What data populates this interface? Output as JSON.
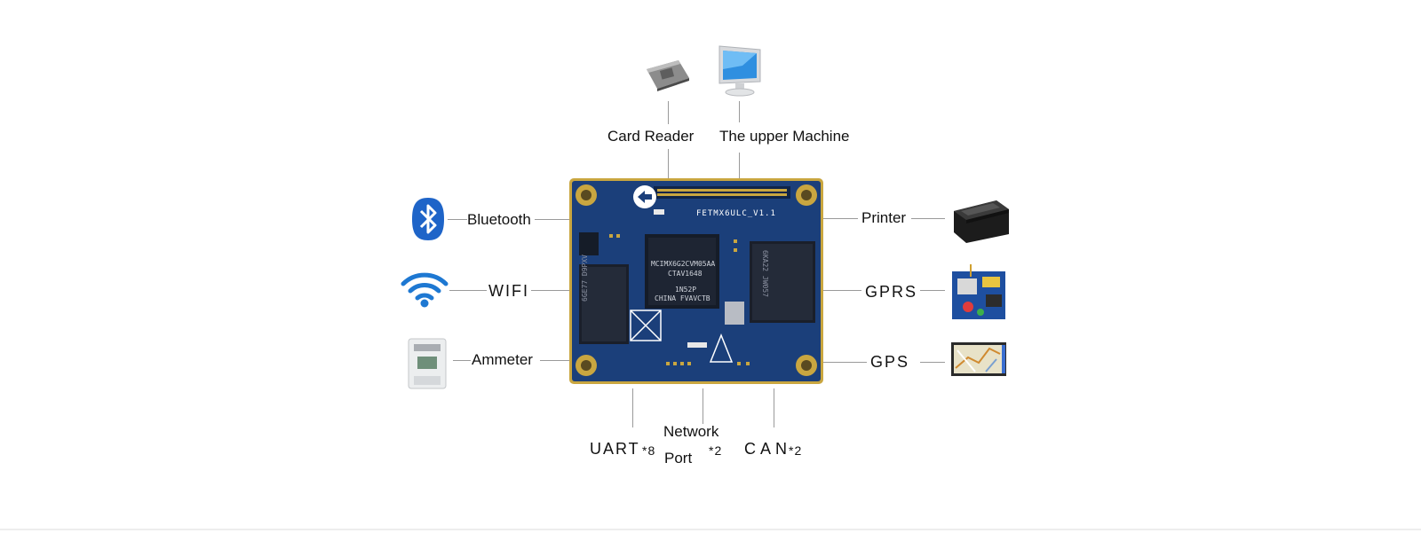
{
  "board": {
    "silkscreen_model": "FETMX6ULC_V1.1",
    "chip_line1": "MCIMX6G2CVM05AA",
    "chip_line2": "CTAV1648",
    "chip_line3": "1N52P",
    "chip_line4": "CHINA FVAVCTB",
    "ram_marking": "6GE77 D9PXV",
    "flash_marking": "6KA22 JW057"
  },
  "labels": {
    "card_reader": "Card Reader",
    "upper_machine": "The upper Machine",
    "bluetooth": "Bluetooth",
    "wifi": "WIFI",
    "ammeter": "Ammeter",
    "printer": "Printer",
    "gprs": "GPRS",
    "gps": "GPS",
    "uart": "UART",
    "uart_count": "*8",
    "network_line1": "Network",
    "network_line2": "Port",
    "network_count": "*2",
    "can": "CAN",
    "can_count": "*2"
  },
  "colors": {
    "pcb": "#1b3f7a",
    "pcb_edge": "#c9a640",
    "bluetooth": "#1e64c8",
    "wifi": "#1e78d2",
    "connector_line": "#9a9a9a"
  },
  "icons": [
    "card-reader-icon",
    "monitor-icon",
    "bluetooth-icon",
    "wifi-icon",
    "ammeter-icon",
    "printer-icon",
    "gprs-board-icon",
    "gps-map-icon"
  ]
}
